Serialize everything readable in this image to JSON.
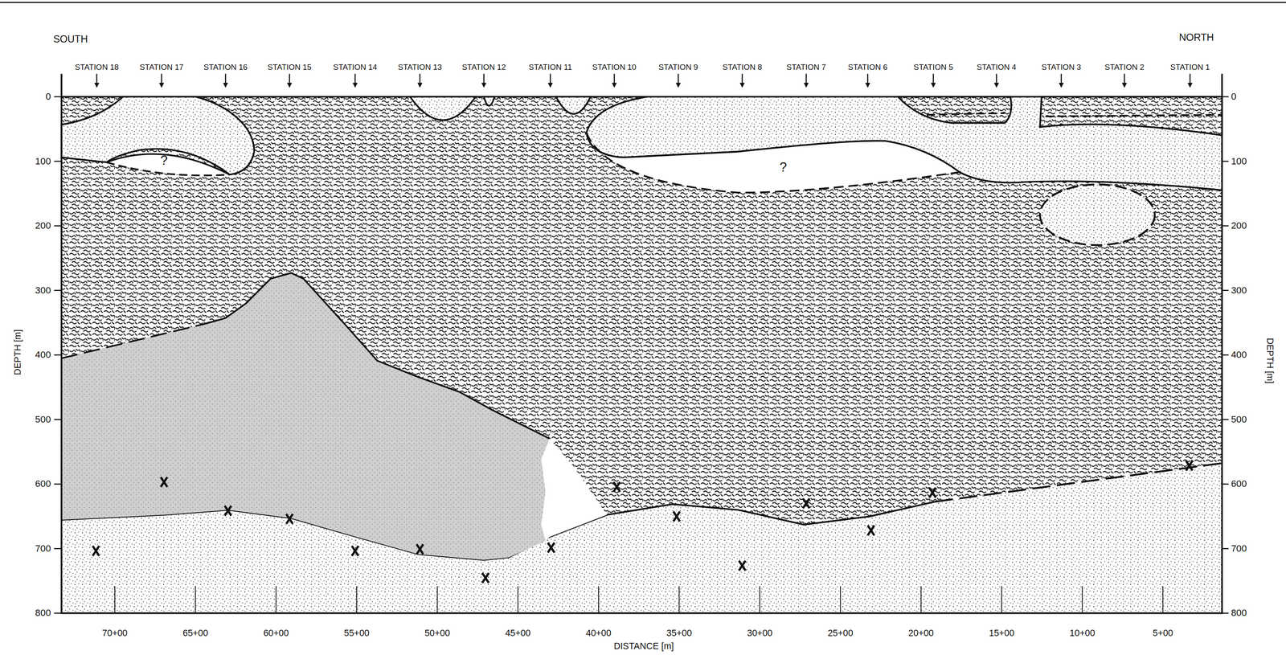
{
  "diagram": {
    "labels": [
      "SOUTH",
      "NORTH",
      "STATION 18",
      "STATION 17",
      "STATION 16",
      "STATION 15",
      "STATION 14",
      "STATION 13",
      "STATION 12",
      "STATION 11",
      "STATION 10",
      "STATION 9",
      "STATION 8",
      "STATION 7",
      "STATION 6",
      "STATION 5",
      "STATION 4",
      "STATION 3",
      "STATION 2",
      "STATION 1",
      "0",
      "100",
      "200",
      "300",
      "400",
      "500",
      "600",
      "700",
      "800",
      "0",
      "100",
      "200",
      "300",
      "400",
      "500",
      "600",
      "700",
      "800",
      "DEPTH [m]",
      "DEPTH [m]",
      "DISTANCE [m]",
      "70+00",
      "65+00",
      "60+00",
      "55+00",
      "50+00",
      "45+00",
      "40+00",
      "35+00",
      "30+00",
      "25+00",
      "20+00",
      "15+00",
      "10+00",
      "5+00",
      "?",
      "?"
    ]
  }
}
